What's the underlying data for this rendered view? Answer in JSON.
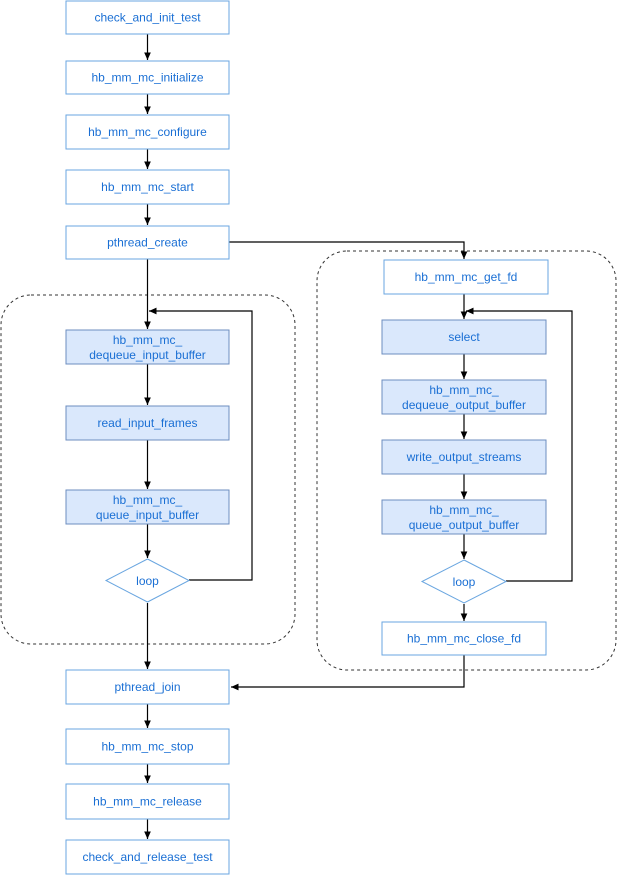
{
  "nodes": {
    "check_and_init_test": "check_and_init_test",
    "hb_mm_mc_initialize": "hb_mm_mc_initialize",
    "hb_mm_mc_configure": "hb_mm_mc_configure",
    "hb_mm_mc_start": "hb_mm_mc_start",
    "pthread_create": "pthread_create",
    "dequeue_input_line1": "hb_mm_mc_",
    "dequeue_input_line2": "dequeue_input_buffer",
    "read_input_frames": "read_input_frames",
    "queue_input_line1": "hb_mm_mc_",
    "queue_input_line2": "queue_input_buffer",
    "loop_left": "loop",
    "hb_mm_mc_get_fd": "hb_mm_mc_get_fd",
    "select": "select",
    "dequeue_output_line1": "hb_mm_mc_",
    "dequeue_output_line2": "dequeue_output_buffer",
    "write_output_streams": "write_output_streams",
    "queue_output_line1": "hb_mm_mc_",
    "queue_output_line2": "queue_output_buffer",
    "loop_right": "loop",
    "hb_mm_mc_close_fd": "hb_mm_mc_close_fd",
    "pthread_join": "pthread_join",
    "hb_mm_mc_stop": "hb_mm_mc_stop",
    "hb_mm_mc_release": "hb_mm_mc_release",
    "check_and_release_test": "check_and_release_test"
  }
}
